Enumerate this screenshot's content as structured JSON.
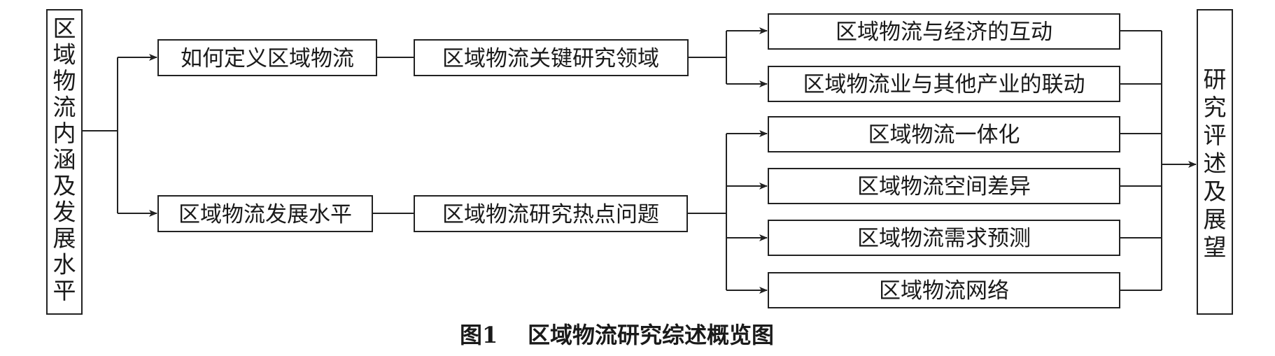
{
  "diagram": {
    "left_box": [
      "区",
      "域",
      "物",
      "流",
      "内",
      "涵",
      "及",
      "发",
      "展",
      "水",
      "平"
    ],
    "mid_top": "如何定义区域物流",
    "mid_bottom": "区域物流发展水平",
    "key_top": "区域物流关键研究领域",
    "key_bottom": "区域物流研究热点问题",
    "topics": [
      "区域物流与经济的互动",
      "区域物流业与其他产业的联动",
      "区域物流一体化",
      "区域物流空间差异",
      "区域物流需求预测",
      "区域物流网络"
    ],
    "right_box": [
      "研",
      "究",
      "评",
      "述",
      "及",
      "展",
      "望"
    ]
  },
  "caption": {
    "number": "图1",
    "title": "区域物流研究综述概览图"
  }
}
